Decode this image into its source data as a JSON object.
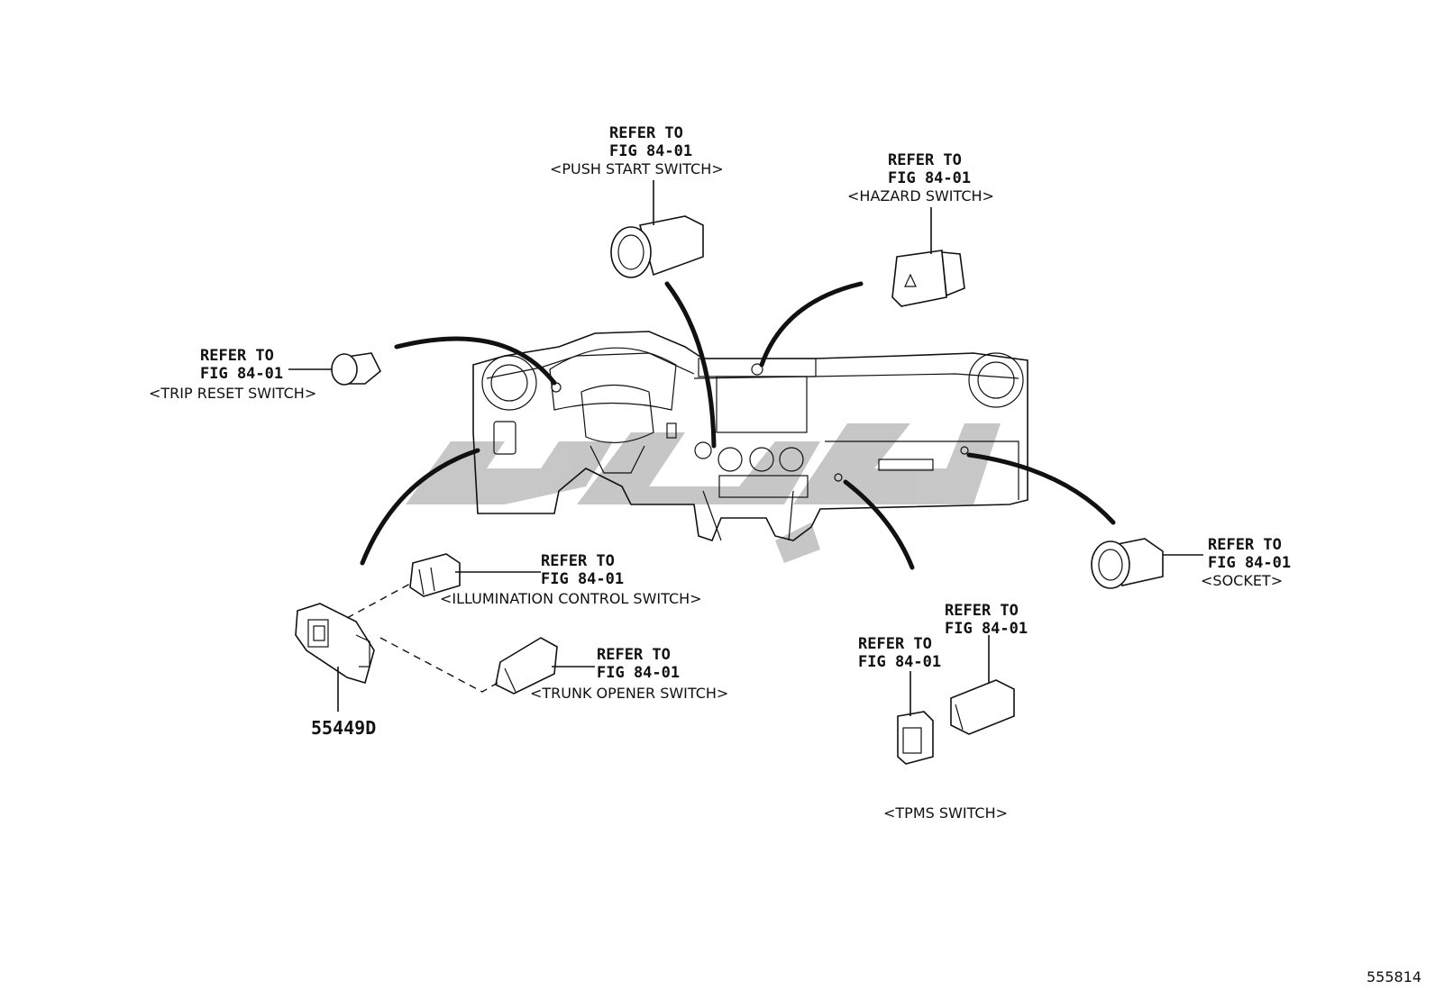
{
  "callouts": {
    "push_start": {
      "refer": "REFER TO",
      "fig": "FIG 84-01",
      "caption": "<PUSH START SWITCH>"
    },
    "hazard": {
      "refer": "REFER TO",
      "fig": "FIG 84-01",
      "caption": "<HAZARD SWITCH>"
    },
    "trip_reset": {
      "refer": "REFER TO",
      "fig": "FIG 84-01",
      "caption": "<TRIP RESET SWITCH>"
    },
    "socket": {
      "refer": "REFER TO",
      "fig": "FIG 84-01",
      "caption": "<SOCKET>"
    },
    "illumination": {
      "refer": "REFER TO",
      "fig": "FIG 84-01",
      "caption": "<ILLUMINATION CONTROL SWITCH>"
    },
    "trunk_opener": {
      "refer": "REFER TO",
      "fig": "FIG 84-01",
      "caption": "<TRUNK OPENER SWITCH>"
    },
    "tpms_left": {
      "refer": "REFER TO",
      "fig": "FIG 84-01"
    },
    "tpms_right": {
      "refer": "REFER TO",
      "fig": "FIG 84-01"
    },
    "tpms_caption": "<TPMS SWITCH>"
  },
  "part_number": "55449D",
  "diagram_number": "555814",
  "colors": {
    "line": "#111111",
    "watermark": "#bdbdbd",
    "background": "#ffffff"
  }
}
